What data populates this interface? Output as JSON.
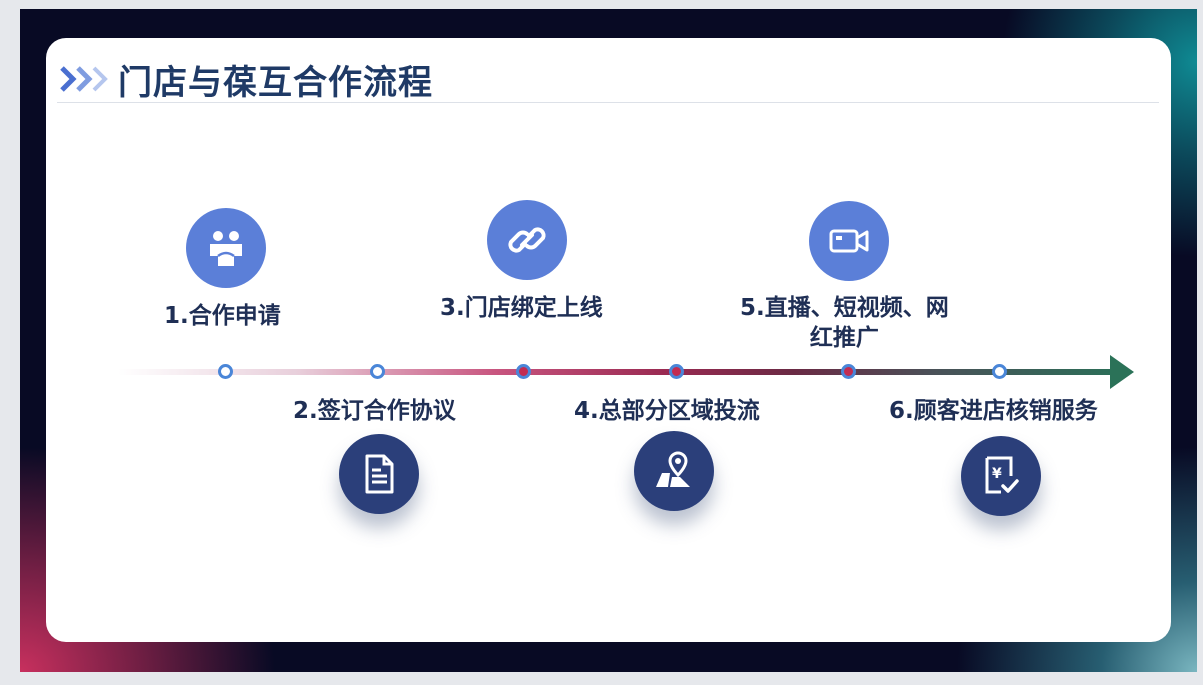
{
  "title": "门店与葆互合作流程",
  "steps": [
    {
      "label": "1.合作申请",
      "icon": "handshake-people-icon"
    },
    {
      "label": "2.签订合作协议",
      "icon": "document-icon"
    },
    {
      "label": "3.门店绑定上线",
      "icon": "link-icon"
    },
    {
      "label": "4.总部分区域投流",
      "icon": "map-pin-icon"
    },
    {
      "label_line1": "5.直播、短视频、网",
      "label_line2": "红推广",
      "icon": "video-camera-icon"
    },
    {
      "label": "6.顾客进店核销服务",
      "icon": "receipt-check-icon"
    }
  ],
  "colors": {
    "title": "#1f3a66",
    "icon_light": "#5b7fd8",
    "icon_dark": "#2b3f7a",
    "dot_border": "#4a86d8",
    "arrow": "#2b7258"
  }
}
